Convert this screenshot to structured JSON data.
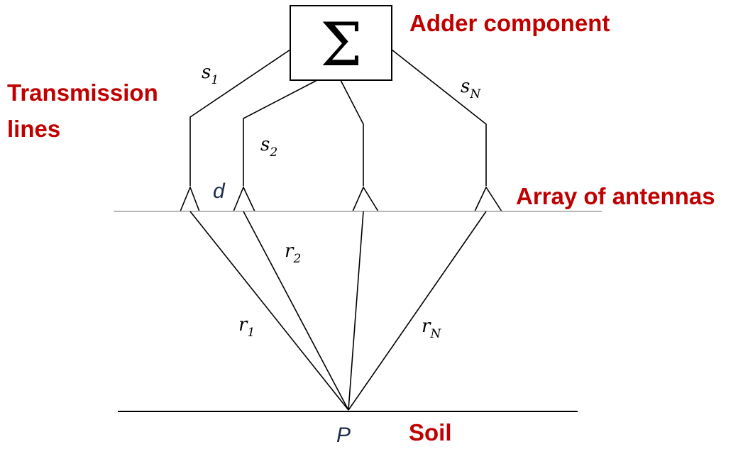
{
  "labels": {
    "adder": "Adder component",
    "transmission_line1": "Transmission",
    "transmission_line2": "lines",
    "array": "Array of antennas",
    "soil": "Soil",
    "sigma": "Σ",
    "d": "d",
    "point": "P"
  },
  "math_labels": {
    "s1": {
      "base": "s",
      "sub": "1"
    },
    "s2": {
      "base": "s",
      "sub": "2"
    },
    "sN": {
      "base": "s",
      "sub": "N"
    },
    "r1": {
      "base": "r",
      "sub": "1"
    },
    "r2": {
      "base": "r",
      "sub": "2"
    },
    "rN": {
      "base": "r",
      "sub": "N"
    }
  },
  "colors": {
    "annotation": "#c00000",
    "point_label": "#1f2d4d",
    "array_line": "#b8b8b8"
  }
}
